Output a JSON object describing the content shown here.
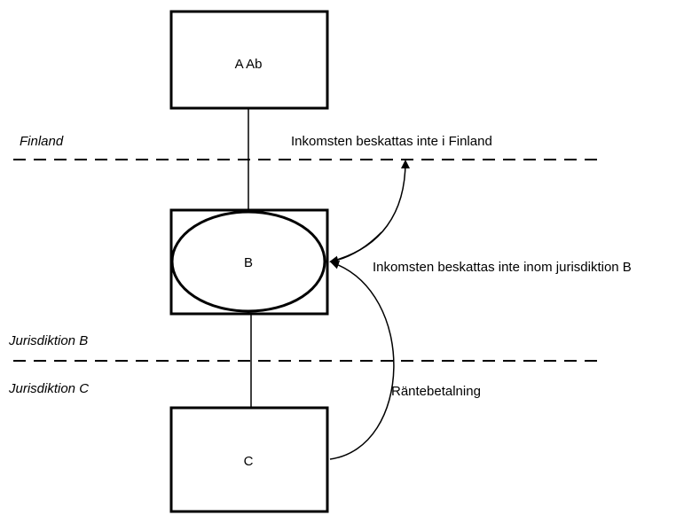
{
  "nodes": {
    "a": "A Ab",
    "b": "B",
    "c": "C"
  },
  "zones": {
    "finland": "Finland",
    "jurisdiction_b": "Jurisdiktion B",
    "jurisdiction_c": "Jurisdiktion C"
  },
  "annotations": {
    "not_taxed_finland": "Inkomsten beskattas inte i Finland",
    "not_taxed_b": "Inkomsten beskattas inte inom jurisdiktion B",
    "interest_payment": "Räntebetalning"
  }
}
